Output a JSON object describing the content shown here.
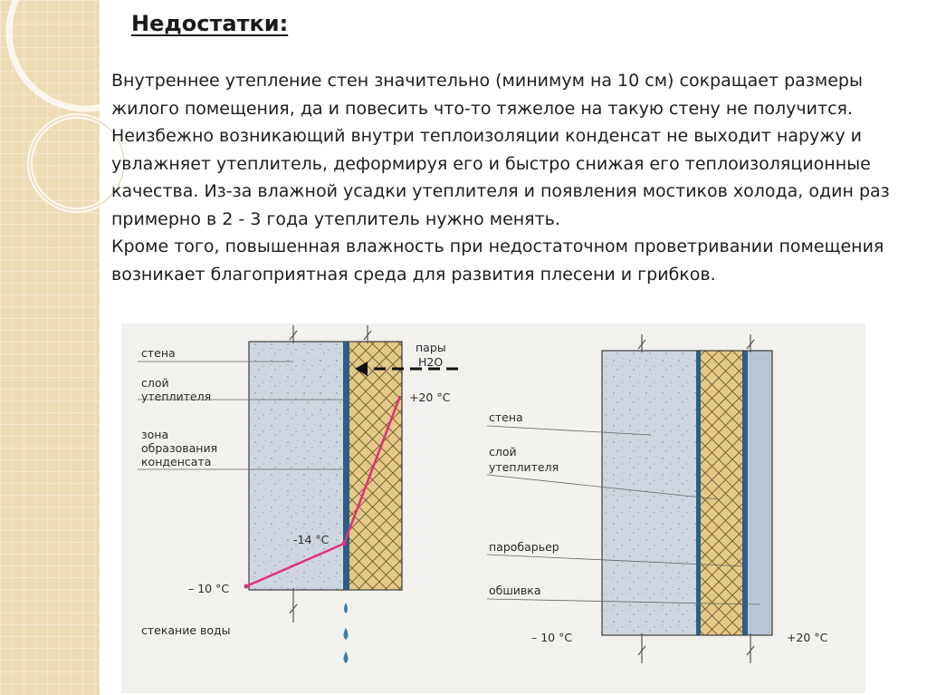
{
  "slide": {
    "title": "Недостатки:",
    "paragraphs": [
      "Внутреннее утепление стен значительно (минимум на 10 см) сокращает размеры жилого помещения, да и повесить что-то тяжелое на такую стену не получится.",
      "Неизбежно возникающий внутри теплоизоляции конденсат не выходит наружу и увлажняет утеплитель, деформируя его и быстро снижая его теплоизоляционные качества. Из-за влажной усадки утеплителя и появления мостиков холода, один раз примерно в 2 - 3 года утеплитель нужно менять.",
      "Кроме того, повышенная влажность при недостаточном проветривании помещения возникает благоприятная среда для развития плесени и грибков."
    ]
  },
  "diagram_left": {
    "labels": {
      "wall": "стена",
      "insulation_1": "слой",
      "insulation_2": "утеплителя",
      "zone_1": "зона",
      "zone_2": "образования",
      "zone_3": "конденсата",
      "vapor_1": "пары",
      "vapor_2": "H2O",
      "temp_in": "+20 °C",
      "temp_mid": "-14 °C",
      "temp_out": "– 10 °C",
      "drip": "стекание воды"
    }
  },
  "diagram_right": {
    "labels": {
      "wall": "стена",
      "insulation_1": "слой",
      "insulation_2": "утеплителя",
      "vapor_barrier": "паробарьер",
      "cladding": "обшивка",
      "temp_out": "– 10 °C",
      "temp_in": "+20 °C"
    }
  },
  "colors": {
    "background_band": "#ecdcb4",
    "wall_fill": "#cfd6e0",
    "insulation_fill": "#e3c887",
    "vapor_barrier": "#2b5f86",
    "temperature_line": "#e0307a",
    "water_drop": "#3f7faa"
  }
}
